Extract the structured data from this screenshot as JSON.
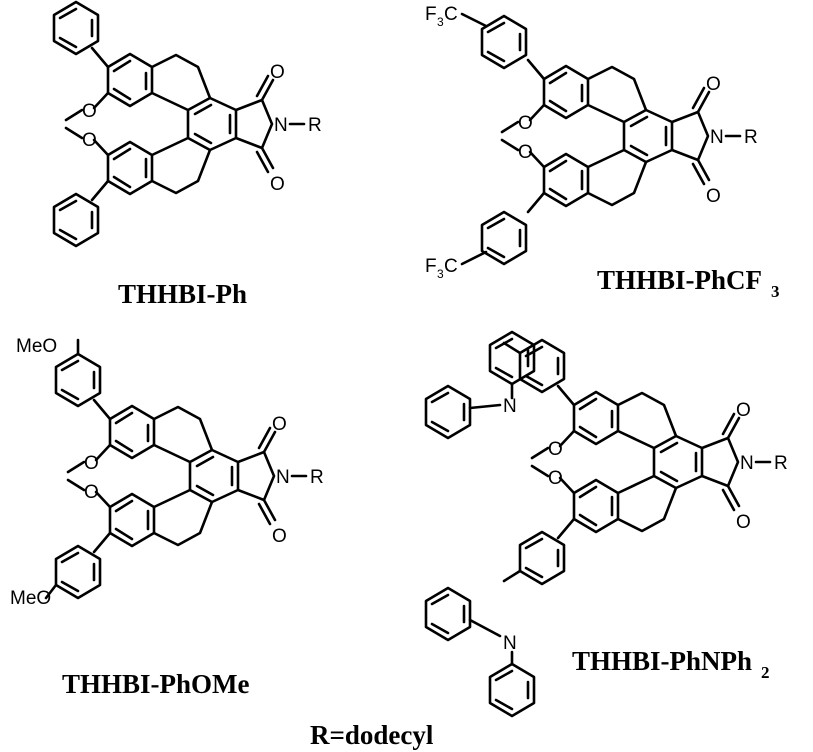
{
  "compounds": [
    {
      "name": "THHBI-Ph",
      "substituent": "",
      "methoxy_label": "O",
      "imide_atoms": {
        "oxygen": "O",
        "nitrogen": "N",
        "r": "R"
      }
    },
    {
      "name": "THHBI-PhCF",
      "name_sub": "3",
      "substituent": {
        "main": "F",
        "sub": "3",
        "tail": "C"
      },
      "methoxy_label": "O",
      "imide_atoms": {
        "oxygen": "O",
        "nitrogen": "N",
        "r": "R"
      }
    },
    {
      "name": "THHBI-PhOMe",
      "substituent": {
        "main": "MeO"
      },
      "methoxy_label": "O",
      "imide_atoms": {
        "oxygen": "O",
        "nitrogen": "N",
        "r": "R"
      }
    },
    {
      "name": "THHBI-PhNPh",
      "name_sub": "2",
      "substituent": {
        "main": "N"
      },
      "methoxy_label": "O",
      "imide_atoms": {
        "oxygen": "O",
        "nitrogen": "N",
        "r": "R"
      }
    }
  ],
  "footnote": "R=dodecyl"
}
